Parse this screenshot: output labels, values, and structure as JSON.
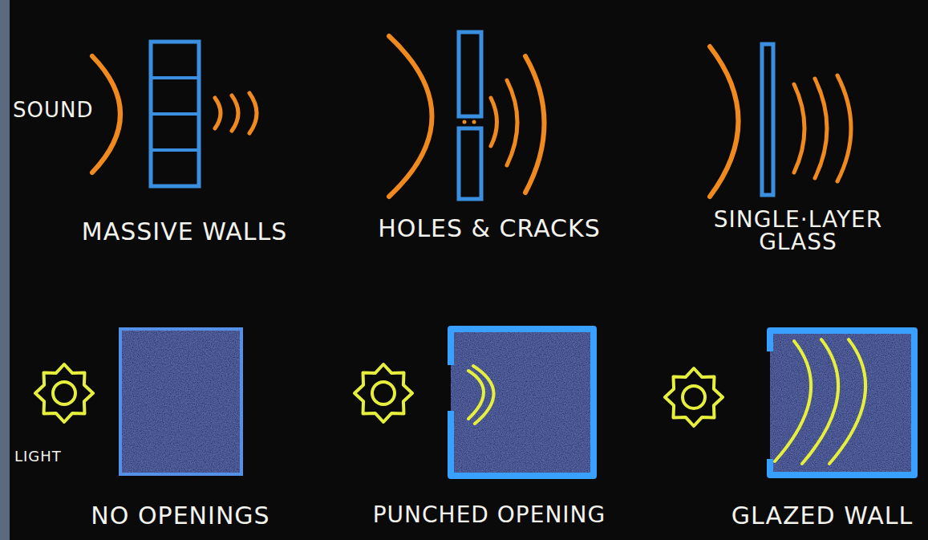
{
  "diagram": {
    "labels": [
      "SOUND",
      "MASSIVE WALLS",
      "HOLES & CRACKS",
      "SINGLE·LAYER GLASS",
      "LIGHT",
      "NO OPENINGS",
      "PUNCHED OPENING",
      "GLAZED WALL"
    ]
  }
}
